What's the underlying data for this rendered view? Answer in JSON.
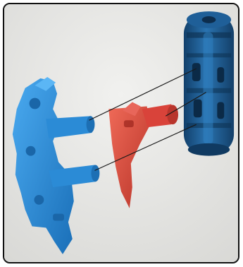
{
  "panel": {
    "background": "#e4e4e2",
    "border_color": "#111111"
  },
  "parts": [
    {
      "name": "blue-connector-frame",
      "color": "#2a8fd8"
    },
    {
      "name": "red-blade-piece",
      "color": "#e0483a"
    },
    {
      "name": "blue-cylinder-shell",
      "color": "#1c5d95"
    }
  ],
  "guide_line_color": "#1a1a1a",
  "guide_line_count": 3
}
